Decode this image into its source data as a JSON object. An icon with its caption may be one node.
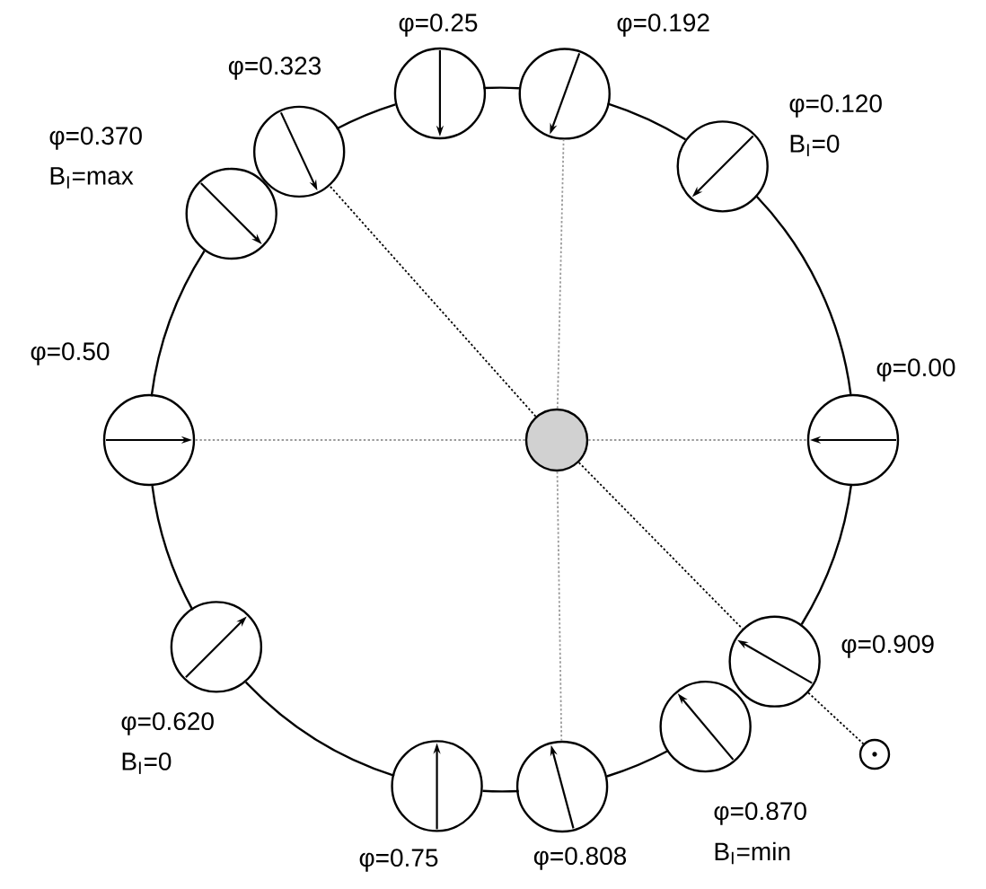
{
  "diagram": {
    "nodes": [
      {
        "text": [],
        "shape": "circle",
        "beside": [
          "φ=0.00"
        ]
      },
      {
        "text": [],
        "shape": "circle",
        "beside": [
          "φ=0.120",
          "B$_{I}$=0"
        ]
      },
      {
        "text": [],
        "shape": "circle",
        "beside": [
          "φ=0.192"
        ]
      },
      {
        "text": [],
        "shape": "circle",
        "beside": [
          "φ=0.25"
        ]
      },
      {
        "text": [],
        "shape": "circle",
        "beside": [
          "φ=0.323"
        ]
      },
      {
        "text": [],
        "shape": "circle",
        "beside": [
          "φ=0.370",
          "B$_{I}$=max"
        ]
      },
      {
        "text": [],
        "shape": "circle",
        "beside": [
          "φ=0.50"
        ]
      },
      {
        "text": [],
        "shape": "circle",
        "beside": [
          "φ=0.620",
          "B$_{I}$=0"
        ]
      },
      {
        "text": [],
        "shape": "circle",
        "beside": [
          "φ=0.75"
        ]
      },
      {
        "text": [],
        "shape": "circle",
        "beside": [
          "φ=0.808"
        ]
      },
      {
        "text": [],
        "shape": "circle",
        "beside": [
          "φ=0.870",
          "B$_{I}$=min"
        ]
      },
      {
        "text": [],
        "shape": "circle",
        "beside": [
          "φ=0.909"
        ]
      },
      {
        "text": [],
        "shape": "circle"
      },
      {
        "text": [],
        "shape": "circle"
      }
    ],
    "edges": [
      {
        "from": 0,
        "to": 1,
        "arrow": "none"
      },
      {
        "from": 1,
        "to": 2,
        "arrow": "none"
      },
      {
        "from": 2,
        "to": 3,
        "arrow": "none"
      },
      {
        "from": 3,
        "to": 4,
        "arrow": "none"
      },
      {
        "from": 5,
        "to": 6,
        "arrow": "none"
      },
      {
        "from": 6,
        "to": 7,
        "arrow": "none"
      },
      {
        "from": 7,
        "to": 8,
        "arrow": "none"
      },
      {
        "from": 8,
        "to": 9,
        "arrow": "none"
      },
      {
        "from": 9,
        "to": 10,
        "arrow": "none"
      },
      {
        "from": 11,
        "to": 0,
        "arrow": "none"
      },
      {
        "from": 12,
        "to": 0,
        "arrow": "none",
        "style": "dashed",
        "color": "#9a9a9a"
      },
      {
        "from": 12,
        "to": 2,
        "arrow": "none",
        "style": "dashed",
        "color": "#9a9a9a"
      },
      {
        "from": 12,
        "to": 6,
        "arrow": "none",
        "style": "dashed",
        "color": "#9a9a9a"
      },
      {
        "from": 12,
        "to": 9,
        "arrow": "none",
        "style": "dashed",
        "color": "#9a9a9a"
      },
      {
        "from": 12,
        "to": 4,
        "arrow": "none",
        "style": "dashed"
      },
      {
        "from": 12,
        "to": 11,
        "arrow": "none",
        "style": "dashed"
      },
      {
        "from": 11,
        "to": 13,
        "arrow": "none",
        "style": "dashed"
      }
    ]
  }
}
